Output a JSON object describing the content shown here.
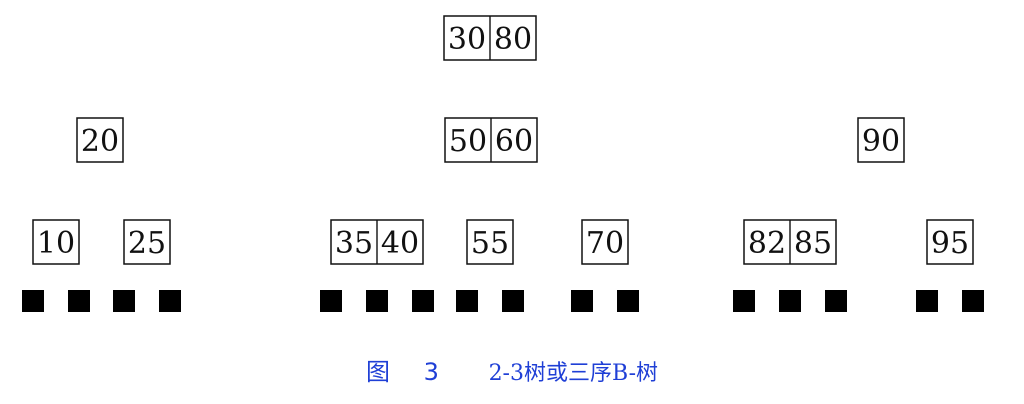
{
  "caption": {
    "label": "图",
    "number": "3",
    "title": "2-3树或三序B-树"
  },
  "tree": {
    "keys": [
      "30",
      "80"
    ],
    "children": [
      {
        "keys": [
          "20"
        ],
        "children": [
          {
            "keys": [
              "10"
            ],
            "children": []
          },
          {
            "keys": [
              "25"
            ],
            "children": []
          }
        ]
      },
      {
        "keys": [
          "50",
          "60"
        ],
        "children": [
          {
            "keys": [
              "35",
              "40"
            ],
            "children": []
          },
          {
            "keys": [
              "55"
            ],
            "children": []
          },
          {
            "keys": [
              "70"
            ],
            "children": []
          }
        ]
      },
      {
        "keys": [
          "90"
        ],
        "children": [
          {
            "keys": [
              "82",
              "85"
            ],
            "children": []
          },
          {
            "keys": [
              "95"
            ],
            "children": []
          }
        ]
      }
    ]
  }
}
